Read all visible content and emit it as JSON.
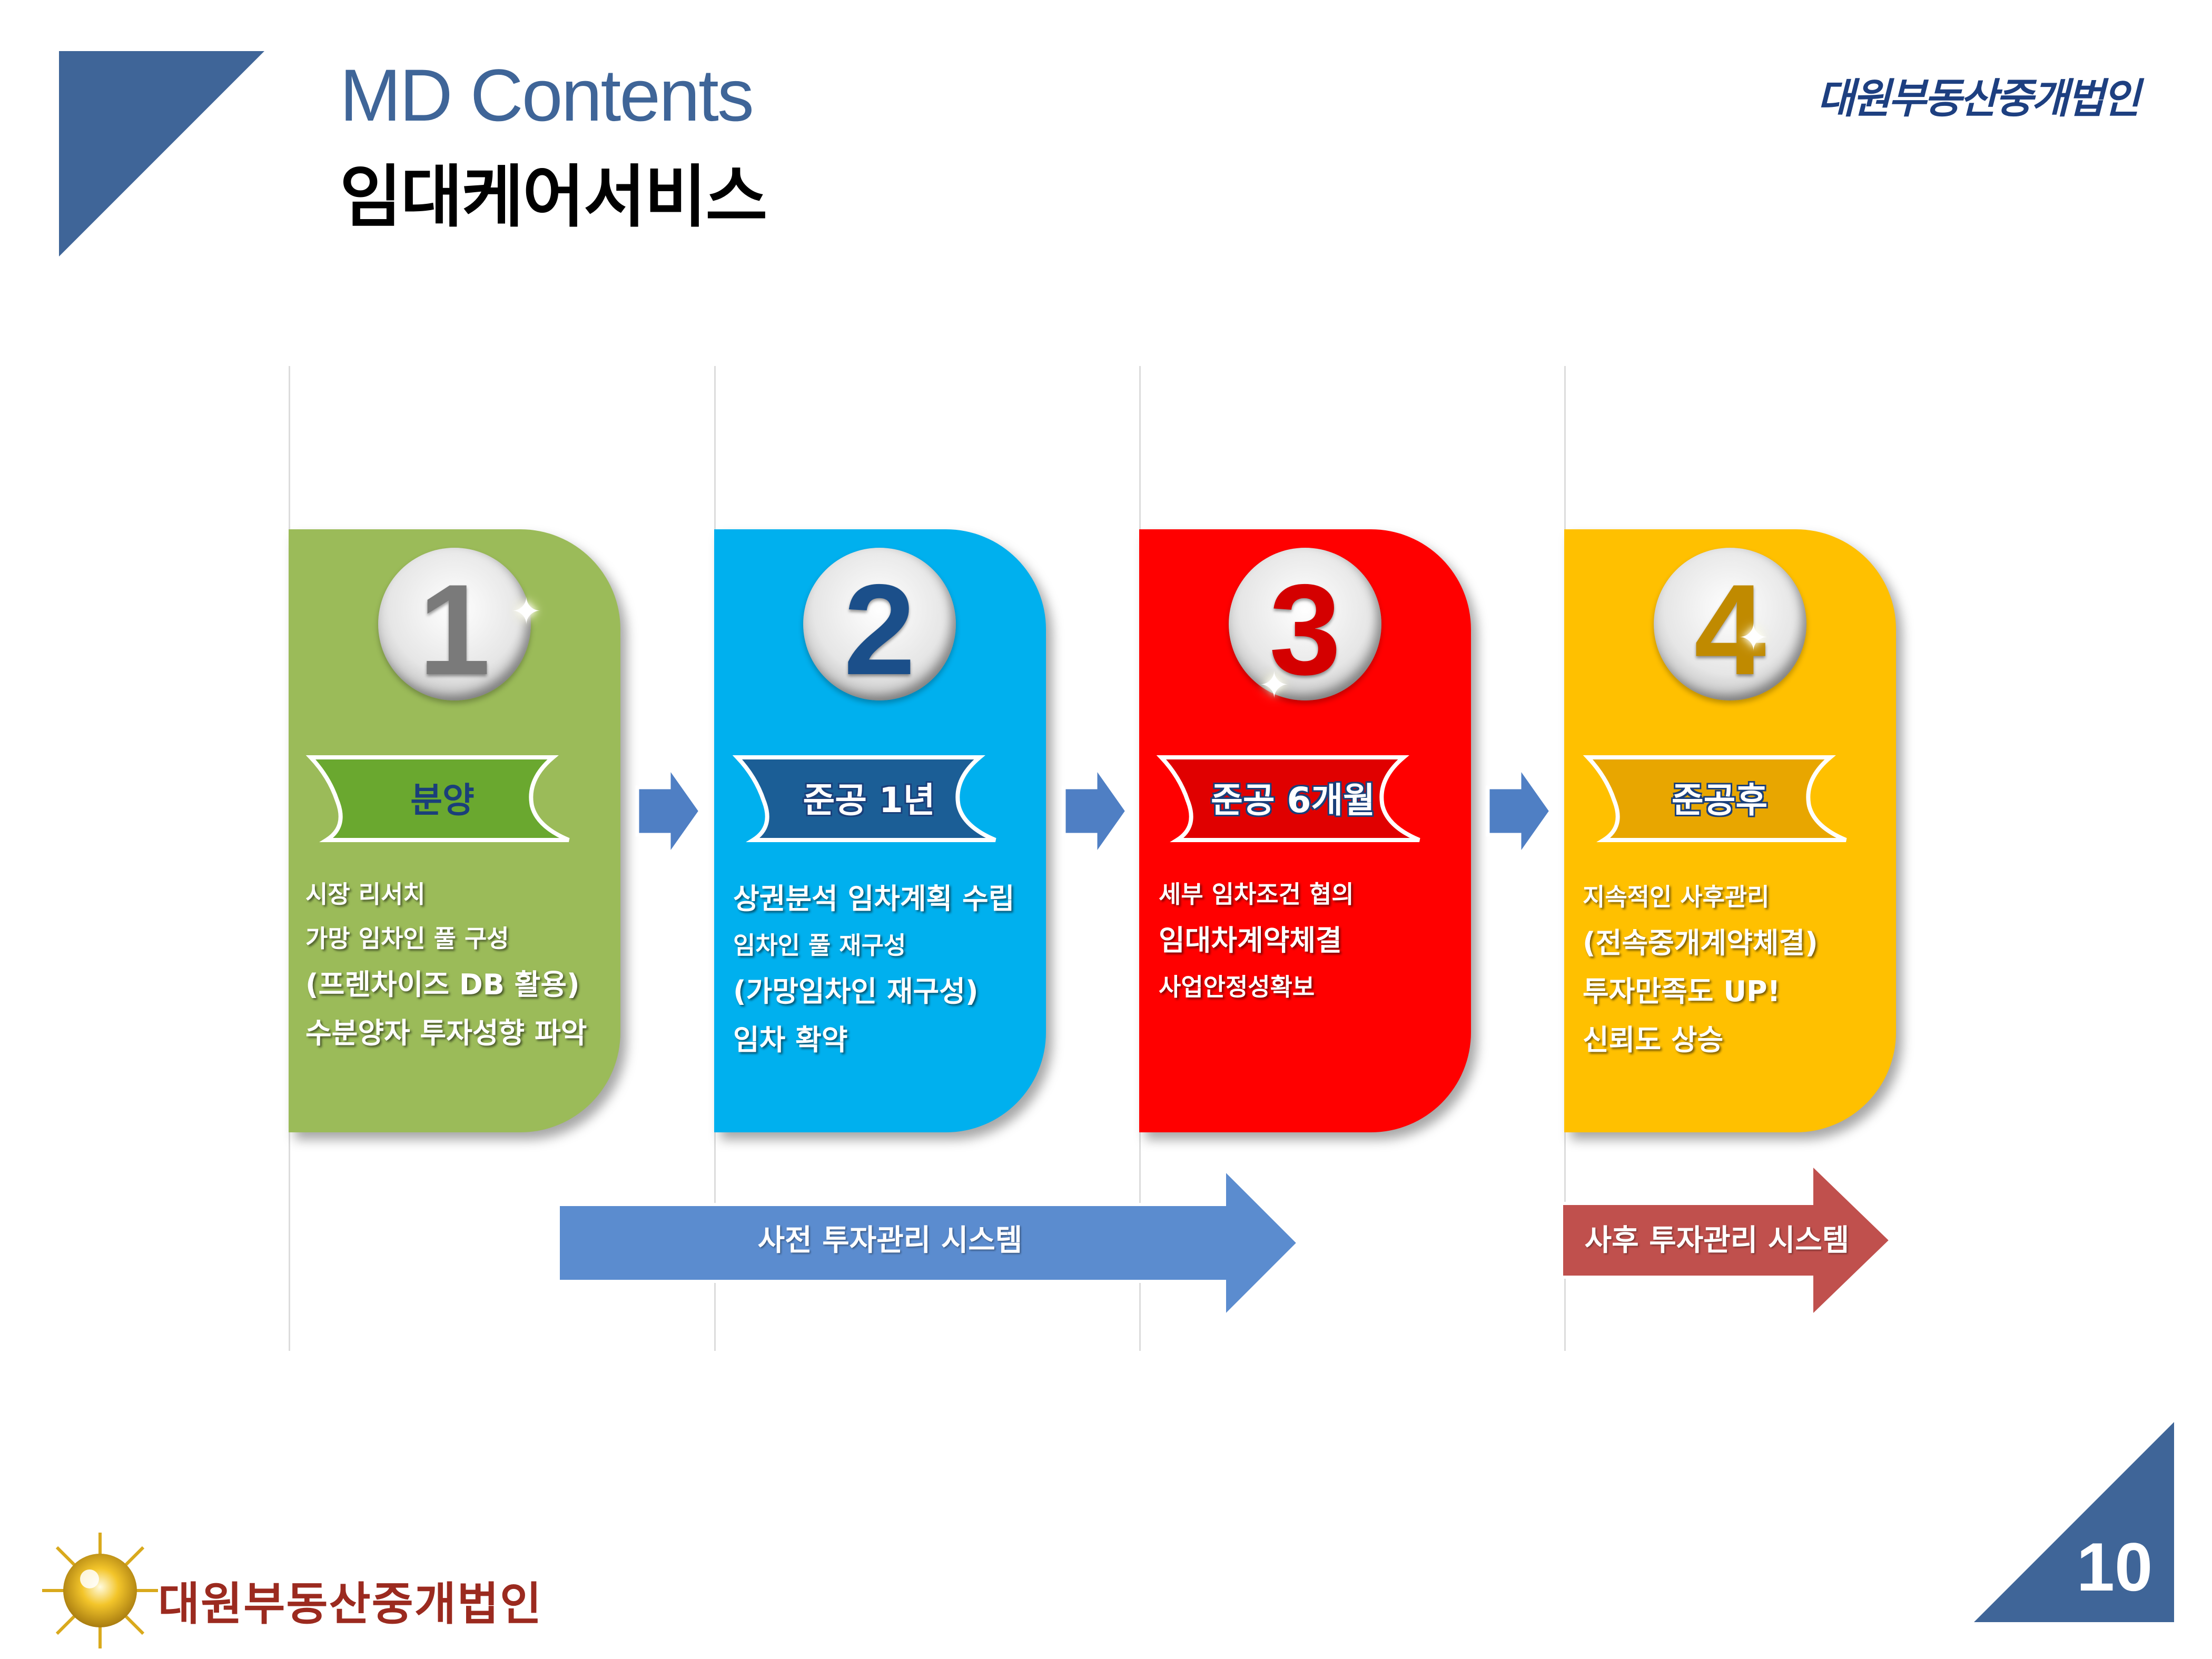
{
  "header": {
    "title_en": "MD Contents",
    "title_ko": "임대케어서비스",
    "brand_signature": "대원부동산중개법인"
  },
  "colors": {
    "accent_navy": "#3f6598",
    "step1": "#9bbb59",
    "step2": "#00b0ee",
    "step3": "#ff0000",
    "step4": "#ffc000",
    "pre_arrow": "#5b8ccf",
    "post_arrow": "#c0504d",
    "brand_red": "#9b2a1f"
  },
  "steps": [
    {
      "number": "1",
      "label": "분양",
      "lines": [
        "시장 리서치",
        "가망 임차인 풀 구성",
        "(프렌차이즈 DB 활용)",
        "수분양자 투자성향 파악"
      ]
    },
    {
      "number": "2",
      "label": "준공 1년",
      "lines": [
        "상권분석 임차계획 수립",
        "임차인 풀 재구성",
        "(가망임차인 재구성)",
        "임차 확약"
      ]
    },
    {
      "number": "3",
      "label": "준공 6개월",
      "lines": [
        "세부 임차조건 협의",
        "임대차계약체결",
        "사업안정성확보"
      ]
    },
    {
      "number": "4",
      "label": "준공후",
      "lines": [
        "지속적인 사후관리",
        "(전속중개계약체결)",
        "투자만족도 UP!",
        "신뢰도 상승"
      ]
    }
  ],
  "flows": {
    "pre": "사전 투자관리 시스템",
    "post": "사후 투자관리 시스템"
  },
  "footer": {
    "company": "대원부동산중개법인",
    "page_number": "10"
  }
}
